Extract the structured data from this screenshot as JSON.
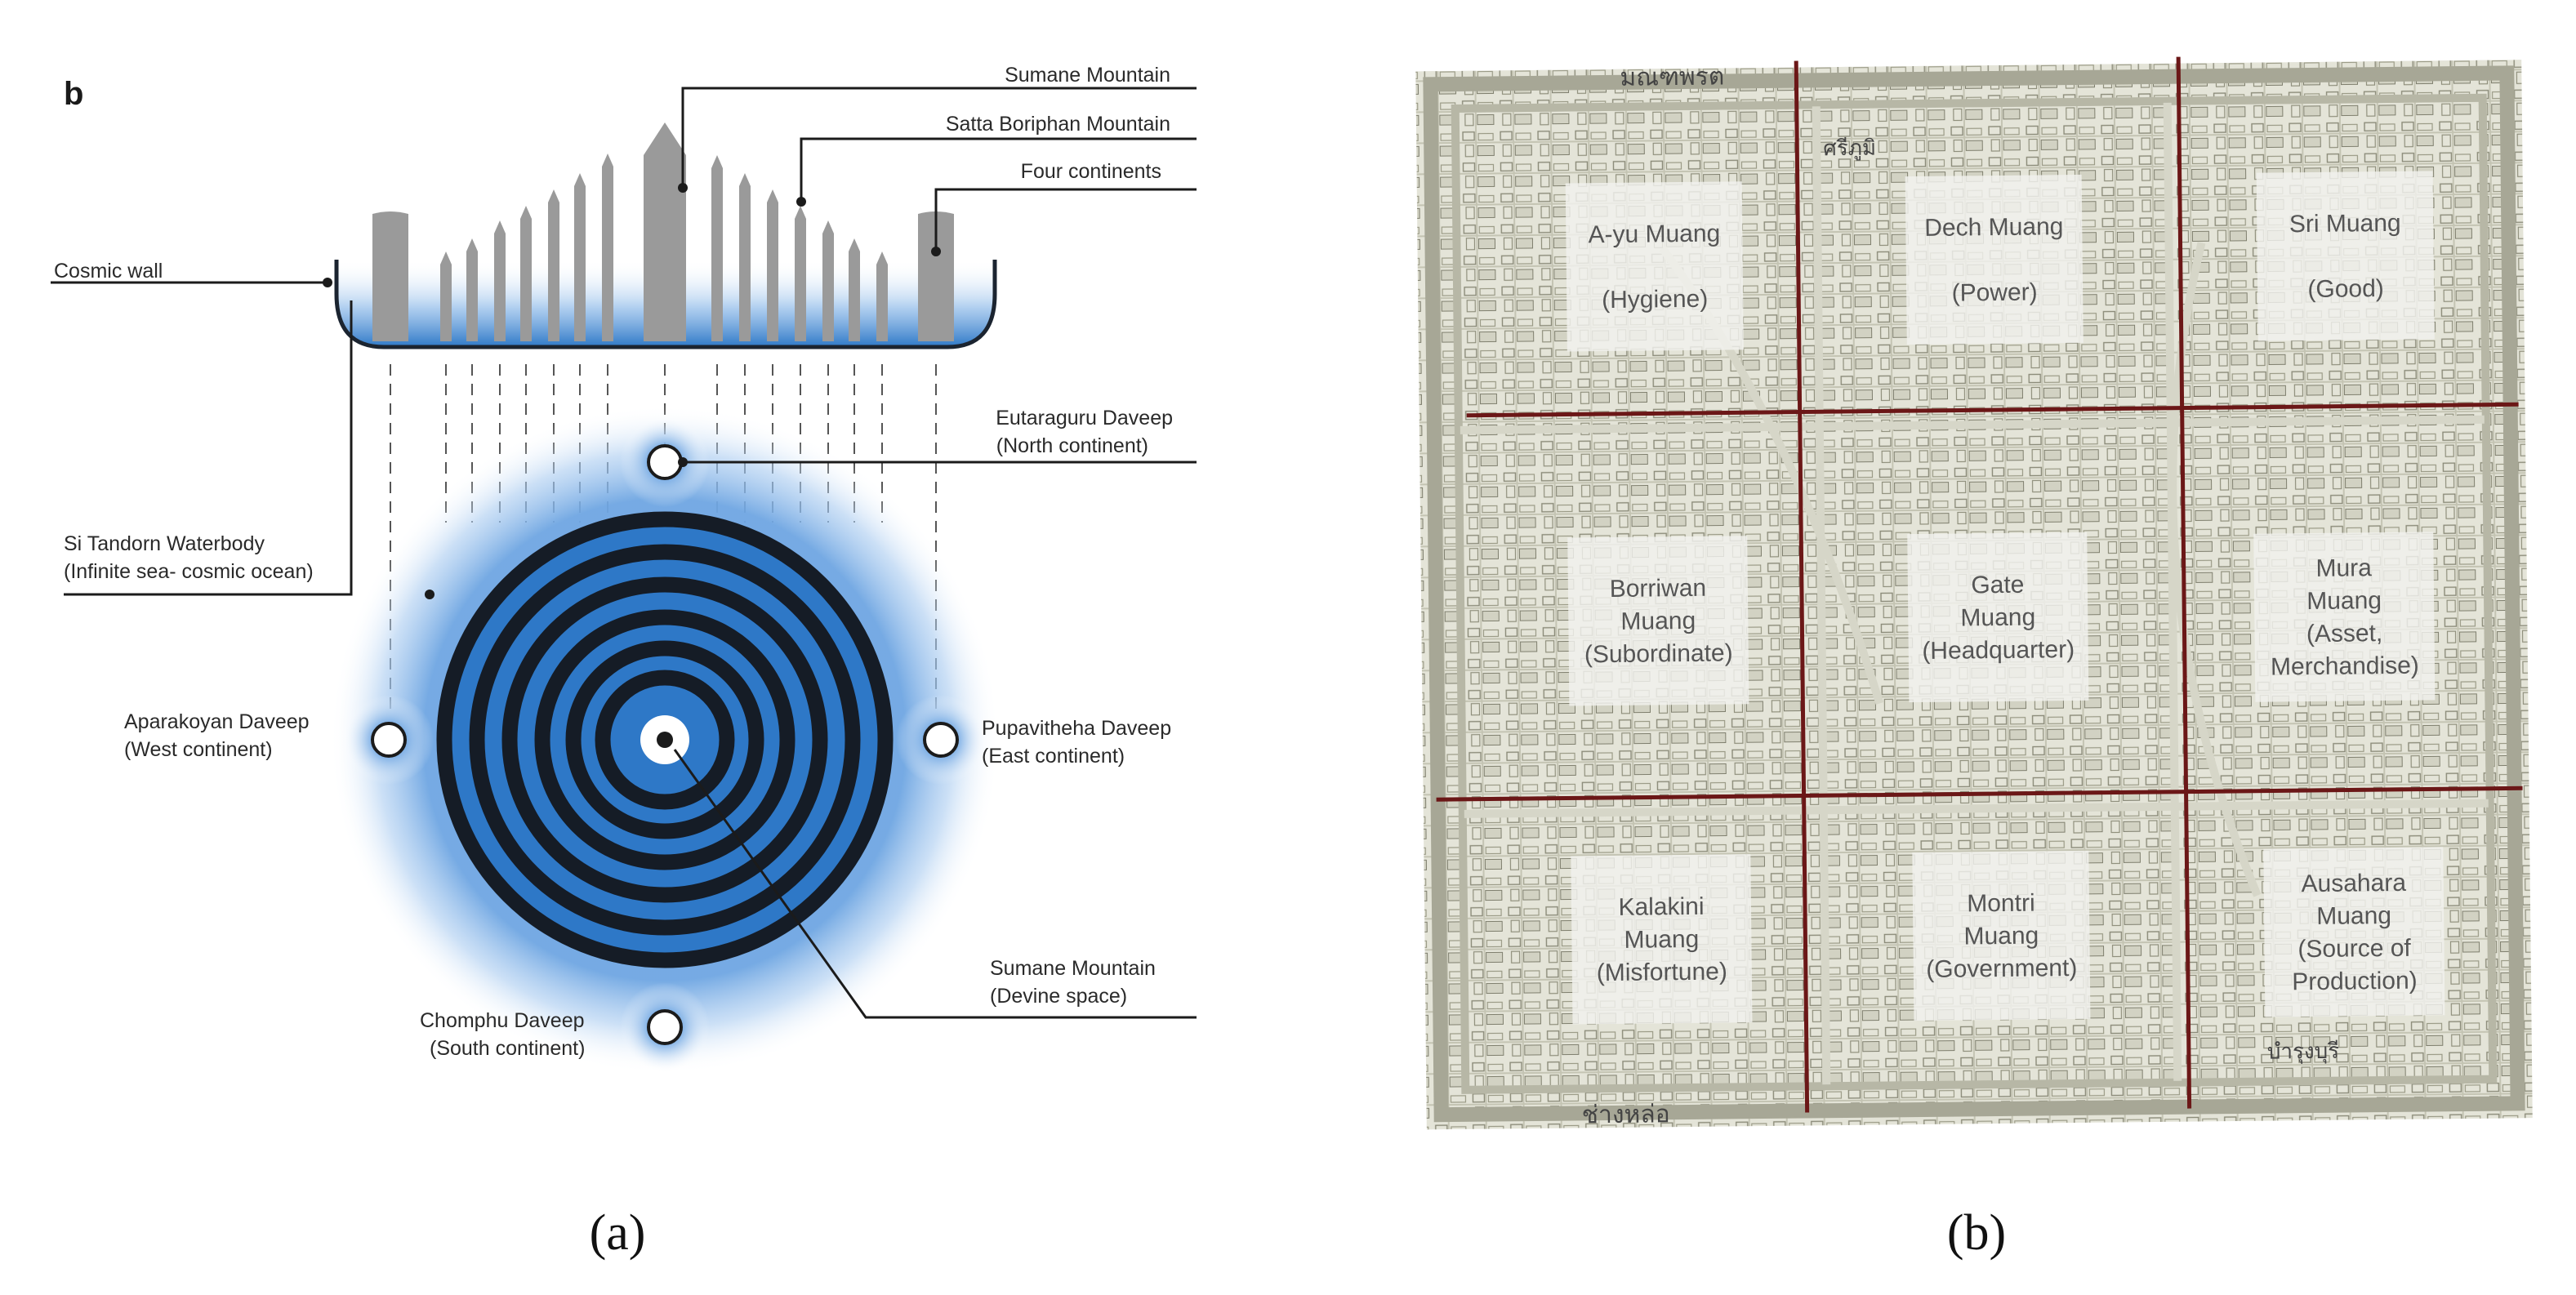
{
  "panel_a": {
    "corner_letter": "b",
    "caption": "(a)",
    "labels": {
      "sumane_top": "Sumane Mountain",
      "satta": "Satta Boriphan Mountain",
      "four_continents": "Four continents",
      "cosmic_wall": "Cosmic wall",
      "eutaraguru_1": "Eutaraguru Daveep",
      "eutaraguru_2": "(North continent)",
      "si_tandorn_1": "Si Tandorn Waterbody",
      "si_tandorn_2": "(Infinite sea- cosmic ocean)",
      "aparakoyan_1": "Aparakoyan Daveep",
      "aparakoyan_2": "(West continent)",
      "pupavitheha_1": "Pupavitheha Daveep",
      "pupavitheha_2": "(East continent)",
      "sumane_bottom_1": "Sumane Mountain",
      "sumane_bottom_2": "(Devine space)",
      "chomphu_1": "Chomphu Daveep",
      "chomphu_2": "(South continent)"
    },
    "colors": {
      "water": "#2e78c7",
      "glow": "#9cc3ec",
      "ring": "#151c26",
      "mountain": "#9a9a9a"
    }
  },
  "panel_b": {
    "caption": "(b)",
    "zones": [
      {
        "lines": [
          "A-yu Muang",
          "",
          "(Hygiene)"
        ]
      },
      {
        "lines": [
          "Dech Muang",
          "",
          "(Power)"
        ]
      },
      {
        "lines": [
          "Sri Muang",
          "",
          "(Good)"
        ]
      },
      {
        "lines": [
          "Borriwan",
          "Muang",
          "(Subordinate)"
        ]
      },
      {
        "lines": [
          "Gate",
          "Muang",
          "(Headquarter)"
        ]
      },
      {
        "lines": [
          "Mura",
          "Muang",
          "(Asset,",
          "Merchandise)"
        ]
      },
      {
        "lines": [
          "Kalakini",
          "Muang",
          "(Misfortune)"
        ]
      },
      {
        "lines": [
          "Montri",
          "Muang",
          "(Government)"
        ]
      },
      {
        "lines": [
          "Ausahara",
          "Muang",
          "(Source of",
          "Production)"
        ]
      }
    ],
    "map_text": {
      "top": "มณฑพรต",
      "top_mid": "ศรีภูมิ",
      "bottom": "ช่างหล่อ",
      "bottom_right": "บำรุงบุรี"
    },
    "colors": {
      "grid": "#6b1717",
      "map_bg": "#e9e9df",
      "road": "#c9c9ba",
      "box": "#f2f2ee"
    }
  }
}
